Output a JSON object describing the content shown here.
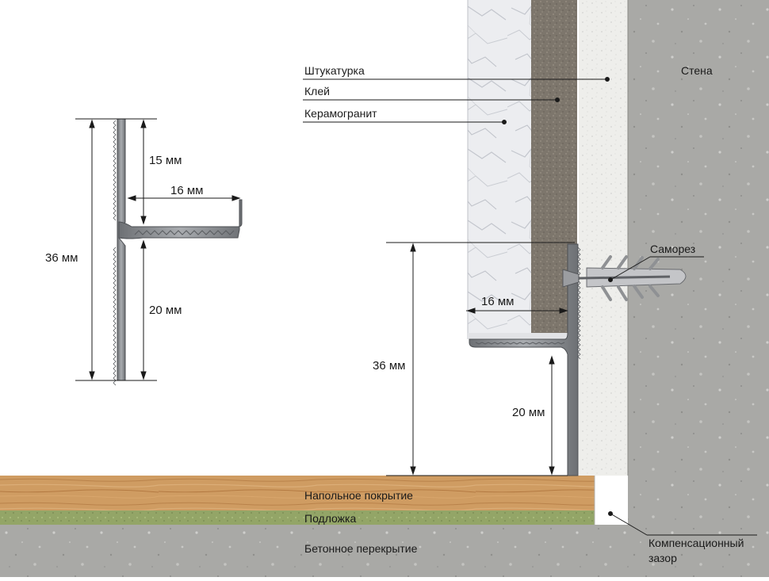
{
  "labels": {
    "plaster": "Штукатурка",
    "glue": "Клей",
    "porcelain": "Керамогранит",
    "wall": "Стена",
    "screw": "Саморез",
    "floor_covering": "Напольное покрытие",
    "underlay": "Подложка",
    "concrete_slab": "Бетонное перекрытие",
    "gap_line1": "Компенсационный",
    "gap_line2": "зазор"
  },
  "profile_dims": {
    "total": "36 мм",
    "top": "15 мм",
    "shelf": "16 мм",
    "bottom": "20 мм"
  },
  "install_dims": {
    "total": "36 мм",
    "shelf": "16 мм",
    "bottom": "20 мм"
  },
  "colors": {
    "concrete": "#a9a9a6",
    "plaster": "#eeeeeb",
    "glue": "#7d766c",
    "porcelain": "#ecedf0",
    "wood": "#cf9c62",
    "underlay": "#93a567",
    "profile": "#8c8f93"
  }
}
